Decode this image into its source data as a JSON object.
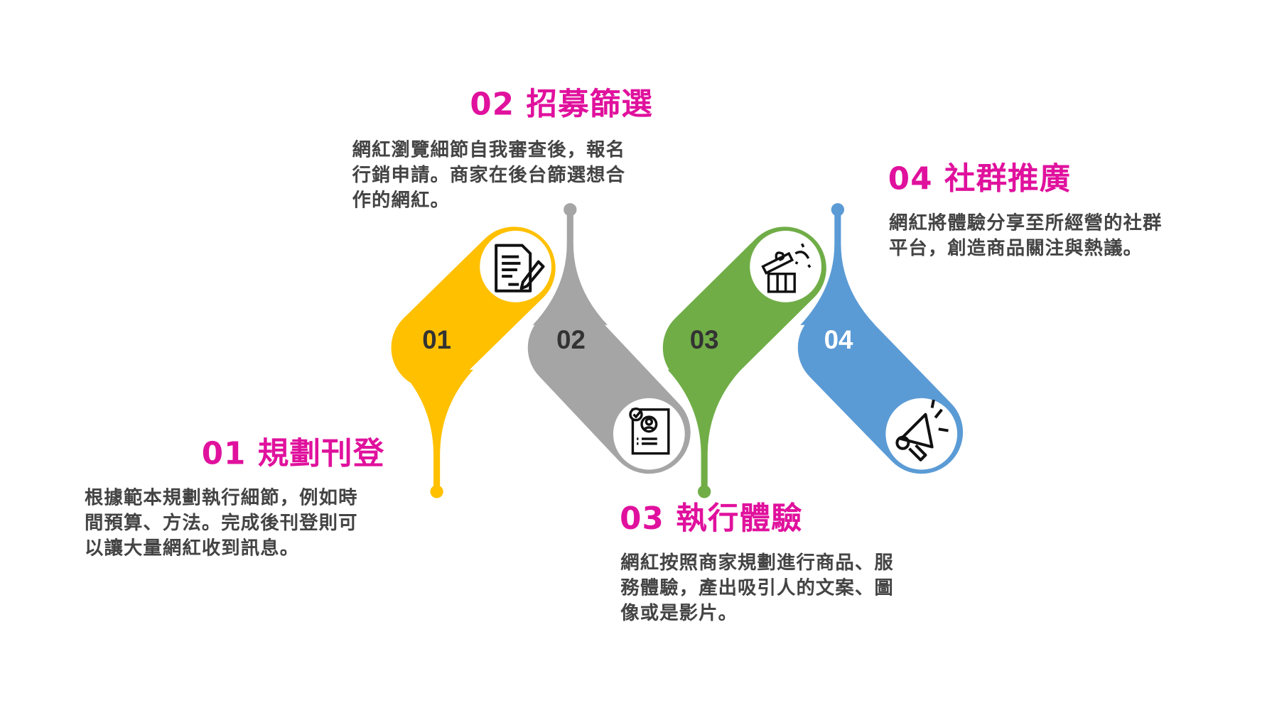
{
  "steps": [
    {
      "number": "01",
      "title": "01 規劃刊登",
      "lines": [
        "根據範本規劃執行細節，例如時",
        "間預算、方法。完成後刊登則可",
        "以讓大量網紅收到訊息。"
      ],
      "color": "#FFC000",
      "icon": "document-edit-icon"
    },
    {
      "number": "02",
      "title": "02 招募篩選",
      "lines": [
        "網紅瀏覽細節自我審查後，報名",
        "行銷申請。商家在後台篩選想合",
        "作的網紅。"
      ],
      "color": "#A5A5A5",
      "icon": "profile-check-icon"
    },
    {
      "number": "03",
      "title": "03 執行體驗",
      "lines": [
        "網紅按照商家規劃進行商品、服",
        "務體驗，產出吸引人的文案、圖",
        "像或是影片。"
      ],
      "color": "#70AD47",
      "icon": "gift-icon"
    },
    {
      "number": "04",
      "title": "04 社群推廣",
      "lines": [
        "網紅將體驗分享至所經營的社群",
        "平台，創造商品關注與熱議。"
      ],
      "color": "#5B9BD5",
      "icon": "megaphone-icon"
    }
  ],
  "colors": {
    "title": "#E0119D",
    "text": "#444444"
  }
}
